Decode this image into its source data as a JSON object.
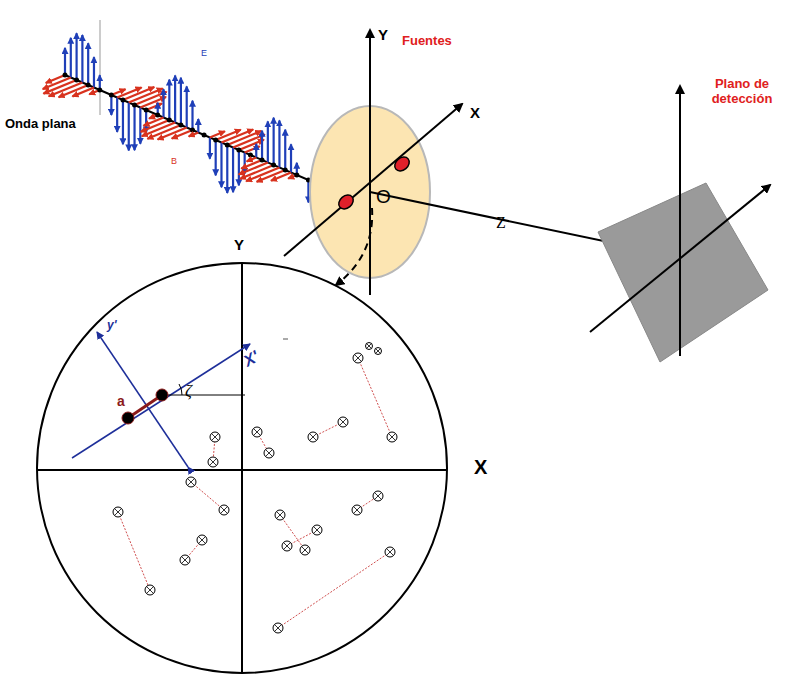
{
  "diagram": {
    "labels": [
      "Onda plana",
      "Fuentes",
      "Plano de detección",
      "Y",
      "X",
      "O",
      "Z",
      "Y",
      "X",
      "y'",
      "X'",
      "ζ",
      "a",
      "E",
      "B"
    ]
  }
}
